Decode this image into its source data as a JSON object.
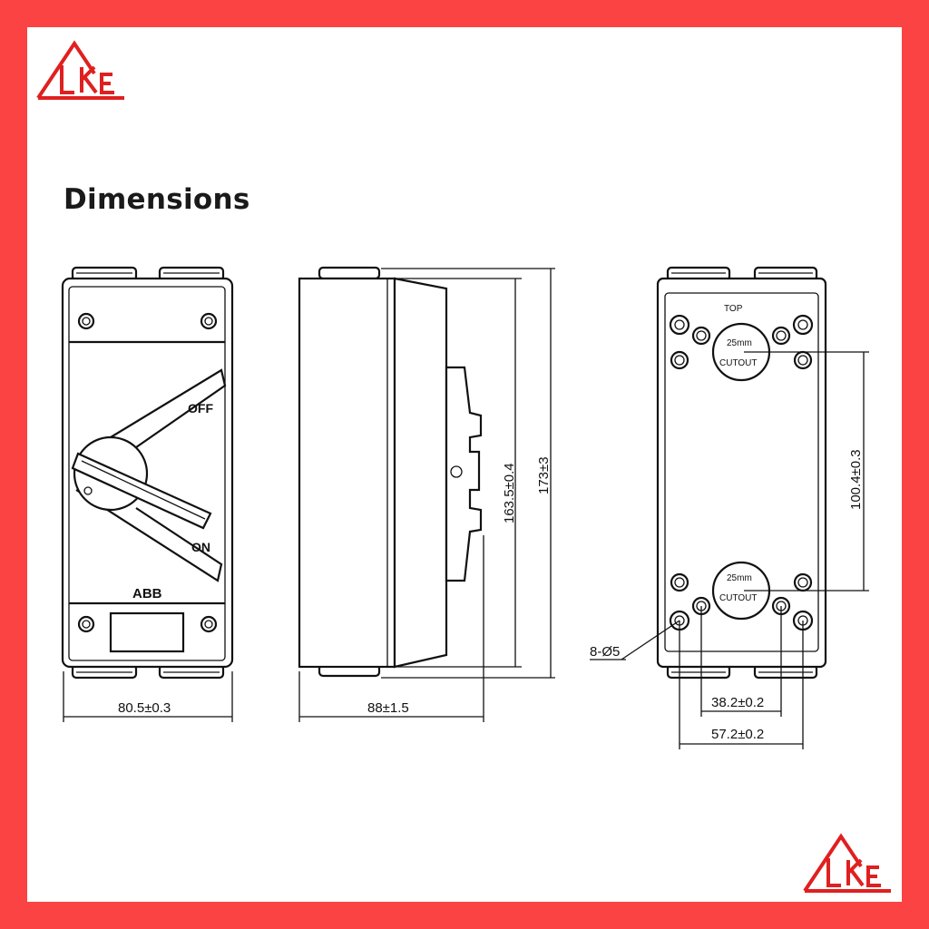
{
  "page": {
    "title": "Dimensions",
    "frame_color": "#fb4343",
    "logo_color": "#e02020"
  },
  "logo": {
    "text": "LKE",
    "icon": "lke-logo-icon"
  },
  "front_view": {
    "label_off": "OFF",
    "label_on": "ON",
    "brand": "ABB",
    "width_dim": "80.5±0.3"
  },
  "side_view": {
    "depth_dim": "88±1.5",
    "height_inner_dim": "163.5±0.4",
    "height_total_dim": "173±3"
  },
  "rear_view": {
    "top_label": "TOP",
    "cutout_top": {
      "line1": "25mm",
      "line2": "CUTOUT"
    },
    "cutout_bottom": {
      "line1": "25mm",
      "line2": "CUTOUT"
    },
    "hole_spacing_vertical": "100.4±0.3",
    "hole_spacing_inner": "38.2±0.2",
    "hole_spacing_outer": "57.2±0.2",
    "hole_callout": "8-Ø5"
  }
}
